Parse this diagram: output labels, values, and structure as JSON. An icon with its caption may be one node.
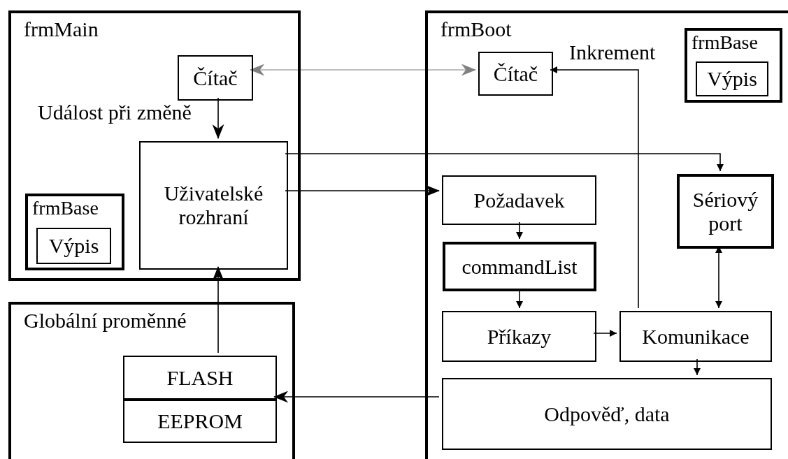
{
  "diagram": {
    "nodes": [
      {
        "text": [
          "frmMain"
        ]
      },
      {
        "text": [
          "Čítač"
        ],
        "in": 0
      },
      {
        "text": [
          "Uživatelské rozhraní"
        ],
        "in": 0
      },
      {
        "text": [
          "frmBase"
        ],
        "in": 0
      },
      {
        "text": [
          "Výpis"
        ],
        "in": 3
      },
      {
        "text": [
          "frmBoot"
        ]
      },
      {
        "text": [
          "Čítač"
        ],
        "in": 5
      },
      {
        "text": [
          "frmBase"
        ],
        "in": 5
      },
      {
        "text": [
          "Výpis"
        ],
        "in": 7
      },
      {
        "text": [
          "Požadavek"
        ],
        "in": 5
      },
      {
        "text": [
          "commandList"
        ],
        "in": 5
      },
      {
        "text": [
          "Sériový port"
        ],
        "in": 5
      },
      {
        "text": [
          "Příkazy"
        ],
        "in": 5
      },
      {
        "text": [
          "Komunikace"
        ],
        "in": 5
      },
      {
        "text": [
          "Odpověď, data"
        ],
        "in": 5
      },
      {
        "text": [
          "Globální proměnné"
        ]
      },
      {
        "text": [
          "FLASH"
        ],
        "in": 15
      },
      {
        "text": [
          "EEPROM"
        ],
        "in": 15
      }
    ],
    "edges": [
      {
        "from": 1,
        "to": 6,
        "arrow": "both",
        "color": "#808080"
      },
      {
        "from": 1,
        "to": 2,
        "arrow": "to",
        "label": "Událost při změně"
      },
      {
        "from": 2,
        "to": 11,
        "arrow": "to"
      },
      {
        "from": 2,
        "to": 9,
        "arrow": "to"
      },
      {
        "from": 9,
        "to": 10,
        "arrow": "to"
      },
      {
        "from": 10,
        "to": 12,
        "arrow": "to"
      },
      {
        "from": 12,
        "to": 13,
        "arrow": "to"
      },
      {
        "from": 13,
        "to": 6,
        "arrow": "to",
        "label": "Inkrement"
      },
      {
        "from": 11,
        "to": 13,
        "arrow": "both"
      },
      {
        "from": 13,
        "to": 14,
        "arrow": "to"
      },
      {
        "from": 14,
        "to": 17,
        "arrow": "to"
      },
      {
        "from": 16,
        "to": 2,
        "arrow": "to"
      }
    ]
  }
}
